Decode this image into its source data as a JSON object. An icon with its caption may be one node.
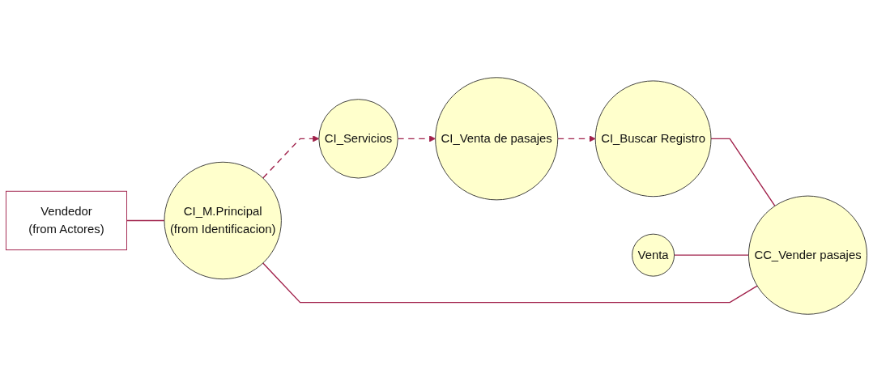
{
  "diagram": {
    "nodes": [
      {
        "text": [
          "Vendedor",
          "(from Actores)"
        ]
      },
      {
        "text": [
          "CI_M.Principal",
          "(from Identificacion)"
        ]
      },
      {
        "text": [
          "CI_Servicios"
        ]
      },
      {
        "text": [
          "CI_Venta de pasajes"
        ]
      },
      {
        "text": [
          "CI_Buscar Registro"
        ]
      },
      {
        "text": [
          "Venta"
        ]
      },
      {
        "text": [
          "CC_Vender pasajes"
        ]
      }
    ],
    "edges": [
      {
        "from": 0,
        "to": 1,
        "arrow": "none"
      },
      {
        "from": 1,
        "to": 2,
        "arrow": "to",
        "style": "dashed"
      },
      {
        "from": 2,
        "to": 3,
        "arrow": "to",
        "style": "dashed"
      },
      {
        "from": 3,
        "to": 4,
        "arrow": "to",
        "style": "dashed"
      },
      {
        "from": 4,
        "to": 6,
        "arrow": "none"
      },
      {
        "from": 5,
        "to": 6,
        "arrow": "none"
      },
      {
        "from": 1,
        "to": 6,
        "arrow": "none"
      }
    ]
  }
}
